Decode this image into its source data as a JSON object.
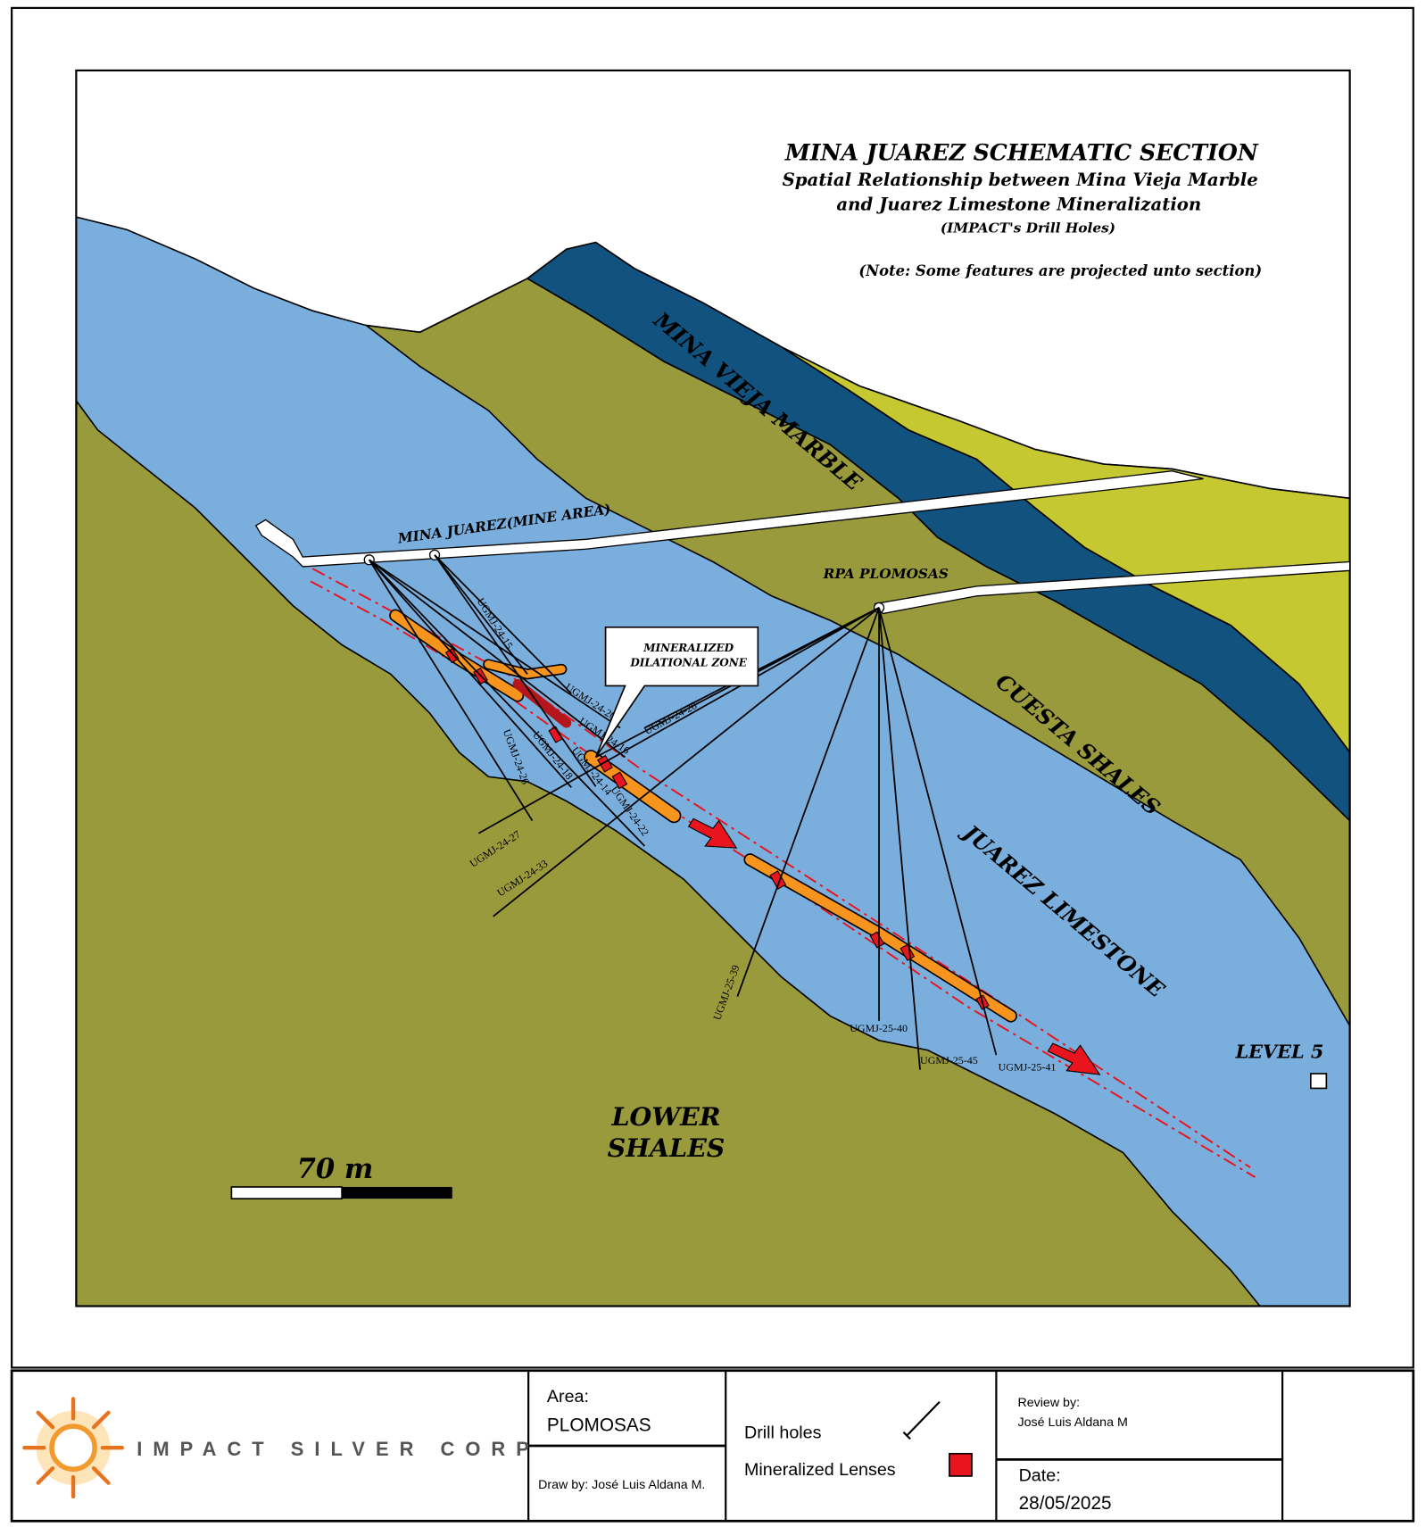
{
  "title": {
    "main": "MINA JUAREZ SCHEMATIC SECTION",
    "line1": "Spatial Relationship between Mina Vieja Marble",
    "line2": "and Juarez Limestone Mineralization",
    "line3": "(IMPACT's Drill Holes)",
    "note": "(Note: Some features are projected unto section)"
  },
  "units": {
    "mina_vieja": "MINA VIEJA MARBLE",
    "cuesta": "CUESTA SHALES",
    "juarez": "JUAREZ LIMESTONE",
    "lower_1": "LOWER",
    "lower_2": "SHALES"
  },
  "workings": {
    "mina_juarez": "MINA JUAREZ(MINE AREA)",
    "rpa": "RPA PLOMOSAS",
    "level": "LEVEL 5"
  },
  "callout": {
    "line1": "MINERALIZED",
    "line2": "DILATIONAL ZONE"
  },
  "drill_holes": [
    "UGMJ-24-15",
    "UGMJ-24-20",
    "UGMJ-24-16",
    "UGMJ-24-26",
    "UGMJ-24-18",
    "UGMJ-24-14",
    "UGMJ-24-22",
    "UGMJ-24-28",
    "UGMJ-24-27",
    "UGMJ-24-33",
    "UGMJ-25-39",
    "UGMJ-25-40",
    "UGMJ-25-45",
    "UGMJ-25-41"
  ],
  "scale": {
    "label": "70 m"
  },
  "colors": {
    "limestone": "#7aaedc",
    "shale": "#999a3b",
    "marble": "#12527f",
    "yellow": "#c6c832",
    "lens": "#f7941d",
    "red": "#e8141e"
  },
  "titleblock": {
    "company": "IMPACT SILVER CORP",
    "area_label": "Area:",
    "area_value": "PLOMOSAS",
    "draw_by": "Draw by: José Luis Aldana M.",
    "legend_drill": "Drill holes",
    "legend_lenses": "Mineralized Lenses",
    "review_label": "Review by:",
    "review_value": "José Luis Aldana M",
    "date_label": "Date:",
    "date_value": "28/05/2025"
  }
}
